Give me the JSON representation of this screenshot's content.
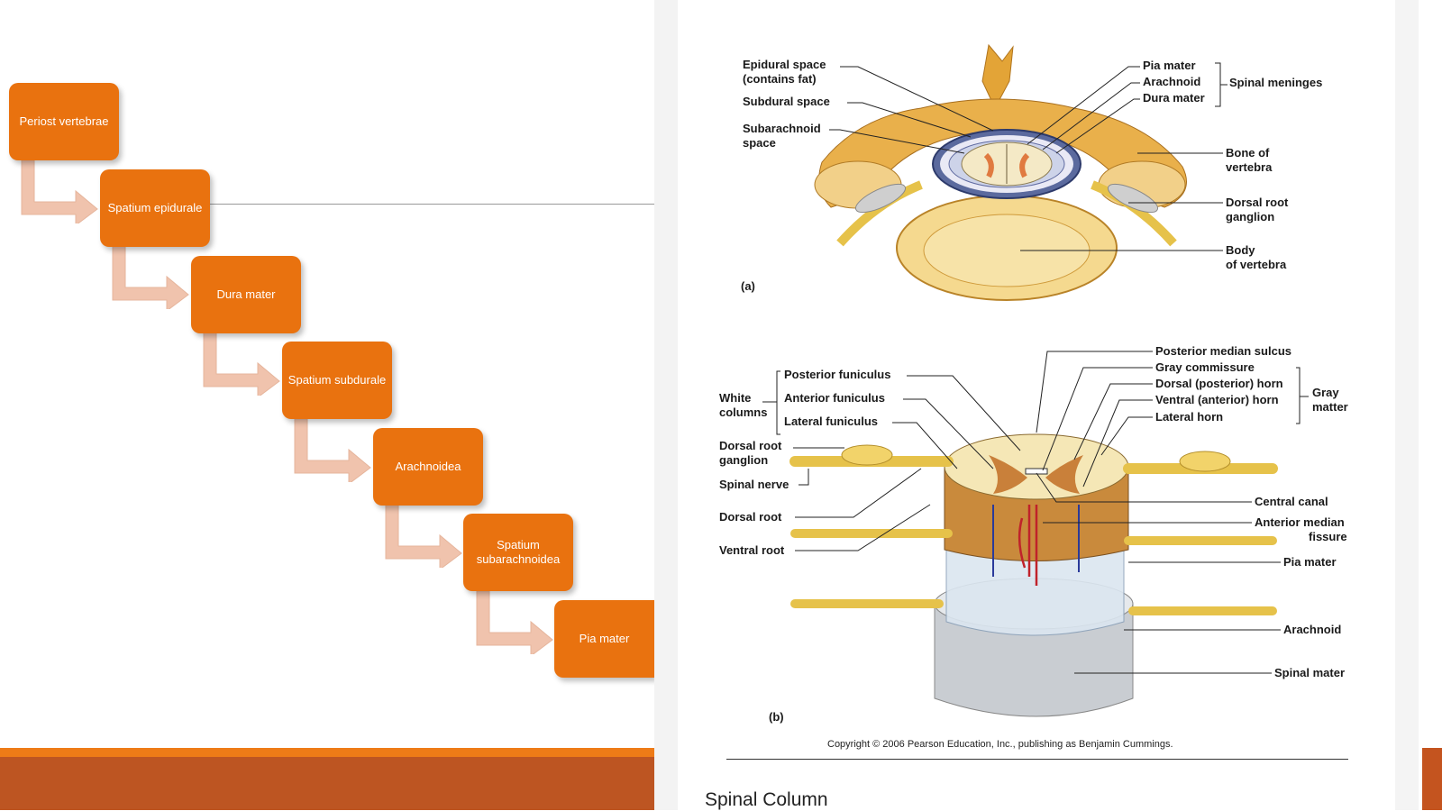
{
  "flow": {
    "steps": [
      {
        "label": "Periost vertebrae"
      },
      {
        "label": "Spatium epidurale"
      },
      {
        "label": "Dura mater"
      },
      {
        "label": "Spatium subdurale"
      },
      {
        "label": "Arachnoidea"
      },
      {
        "label": "Spatium subarachnoidea"
      },
      {
        "label": "Pia mater"
      }
    ]
  },
  "figure_a": {
    "panel_letter": "(a)",
    "left_labels": [
      "Epidural space",
      "(contains fat)",
      "Subdural space",
      "Subarachnoid",
      "space"
    ],
    "right_labels": [
      "Pia mater",
      "Arachnoid",
      "Dura mater",
      "Spinal meninges",
      "Bone of",
      "vertebra",
      "Dorsal root",
      "ganglion",
      "Body",
      "of vertebra"
    ]
  },
  "figure_b": {
    "panel_letter": "(b)",
    "left_labels": [
      "Posterior funiculus",
      "Anterior funiculus",
      "Lateral funiculus",
      "White",
      "columns",
      "Dorsal root",
      "ganglion",
      "Spinal nerve",
      "Dorsal root",
      "Ventral root"
    ],
    "right_labels": [
      "Posterior median sulcus",
      "Gray commissure",
      "Dorsal (posterior) horn",
      "Ventral (anterior) horn",
      "Lateral horn",
      "Gray",
      "matter",
      "Central canal",
      "Anterior median",
      "fissure",
      "Pia mater",
      "Arachnoid",
      "Spinal mater"
    ]
  },
  "copyright": "Copyright © 2006 Pearson Education, Inc., publishing as Benjamin Cummings.",
  "section_title": "Spinal Column",
  "colors": {
    "step_fill": "#e9720f",
    "arrow_fill": "#f0c3ad",
    "footer": "#bd5522",
    "footer_accent": "#ee7b17"
  }
}
